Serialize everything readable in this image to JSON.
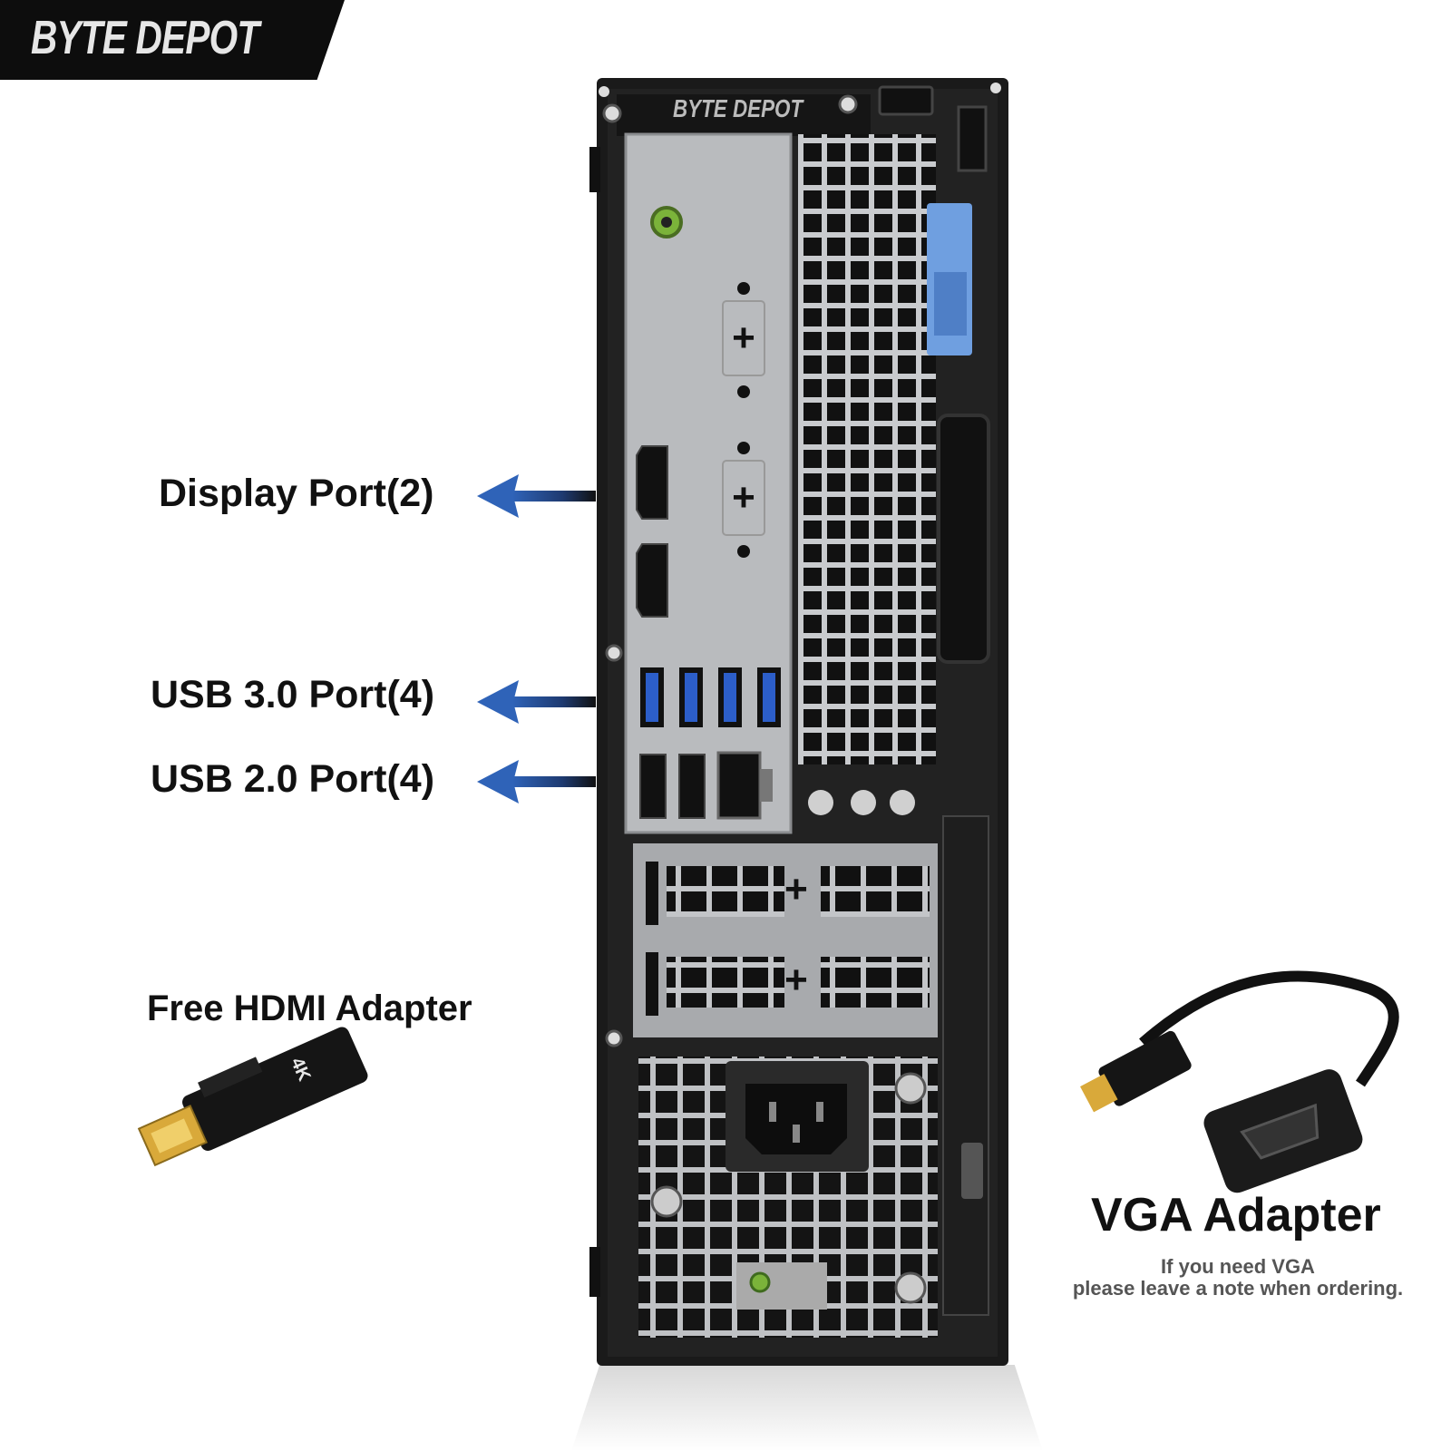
{
  "brand": {
    "name": "BYTE DEPOT",
    "case_badge": "BYTE DEPOT"
  },
  "labels": {
    "display_port": "Display Port(2)",
    "usb3": "USB 3.0 Port(4)",
    "usb2": "USB 2.0 Port(4)",
    "hdmi_adapter": "Free HDMI Adapter",
    "vga_adapter": "VGA Adapter",
    "vga_note_line1": "If you need VGA",
    "vga_note_line2": "please leave a note when ordering."
  },
  "adapter_text": {
    "hdmi_badge": "4K"
  },
  "colors": {
    "case_black": "#1a1a1a",
    "panel_grey": "#b9bbbe",
    "arrow_blue": "#2f63b8",
    "usb3_blue": "#2c5ec9",
    "audio_green": "#7bb33a",
    "latch_blue": "#6f9fe0"
  }
}
